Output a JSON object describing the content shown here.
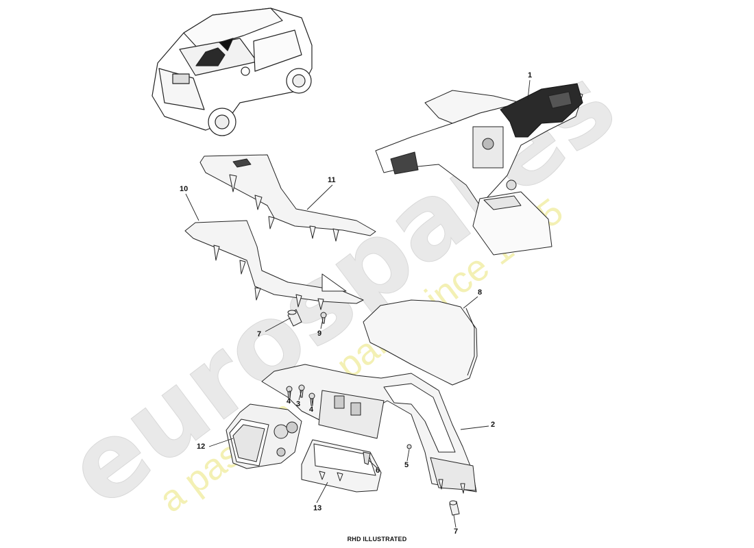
{
  "watermark": {
    "brand": "eurospares",
    "tagline": "a passion for parts since 1985",
    "brand_color": "#e9e9e9",
    "tagline_color": "#f3f0b4"
  },
  "callouts": {
    "c1": "1",
    "c2": "2",
    "c3": "3",
    "c4a": "4",
    "c4b": "4",
    "c5": "5",
    "c6": "6",
    "c7a": "7",
    "c7b": "7",
    "c8": "8",
    "c9": "9",
    "c10": "10",
    "c11": "11",
    "c12": "12",
    "c13": "13"
  },
  "caption": "RHD ILLUSTRATED",
  "colors": {
    "line": "#222222",
    "part_fill": "#f4f4f4",
    "highlight": "#2a2a2a"
  }
}
